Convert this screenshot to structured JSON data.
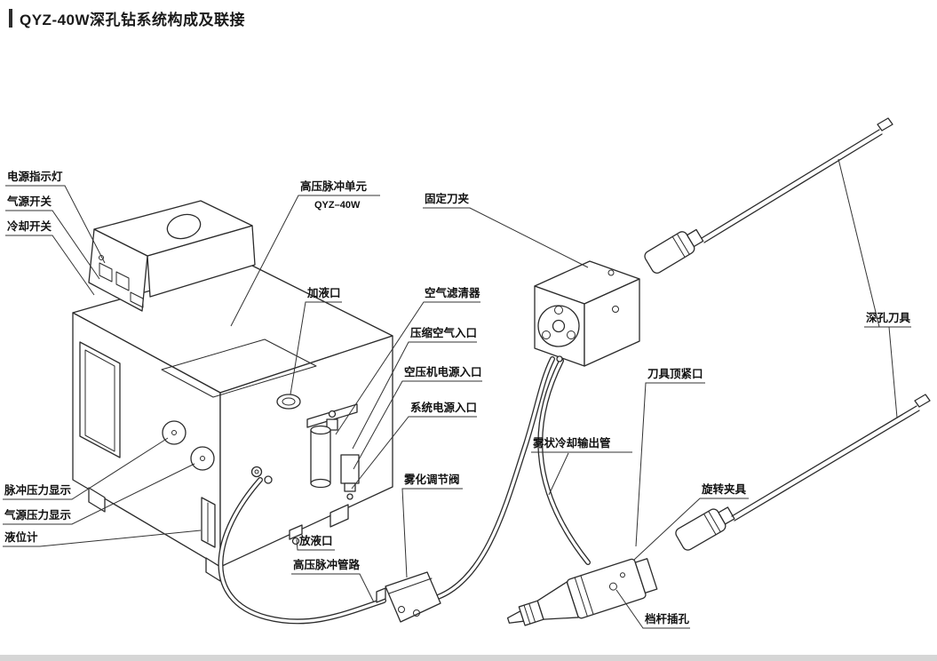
{
  "page": {
    "title": "QYZ-40W深孔钻系统构成及联接"
  },
  "colors": {
    "line": "#2b2b2b",
    "label_text": "#111111",
    "title_accent": "#2e2e2e",
    "page_edge": "#d6d6d6"
  },
  "labels": {
    "power_indicator": "电源指示灯",
    "air_switch": "气源开关",
    "cooling_switch": "冷却开关",
    "hv_pulse_unit": "高压脉冲单元",
    "hv_pulse_unit_model": "QYZ–40W",
    "fixed_tool_holder": "固定刀夹",
    "filler_port": "加液口",
    "air_filter": "空气滤清器",
    "compressed_air_inlet": "压缩空气入口",
    "compressor_power_inlet": "空压机电源入口",
    "system_power_inlet": "系统电源入口",
    "deep_hole_tool": "深孔刀具",
    "tool_clamp_port": "刀具顶紧口",
    "mist_cooling_output_pipe": "雾状冷却输出管",
    "atomizing_valve": "雾化调节阀",
    "rotating_fixture": "旋转夹具",
    "pulse_pressure_display": "脉冲压力显示",
    "air_pressure_display": "气源压力显示",
    "level_gauge": "液位计",
    "drain_port": "放液口",
    "hv_pulse_line": "高压脉冲管路",
    "lever_socket": "档杆插孔"
  }
}
